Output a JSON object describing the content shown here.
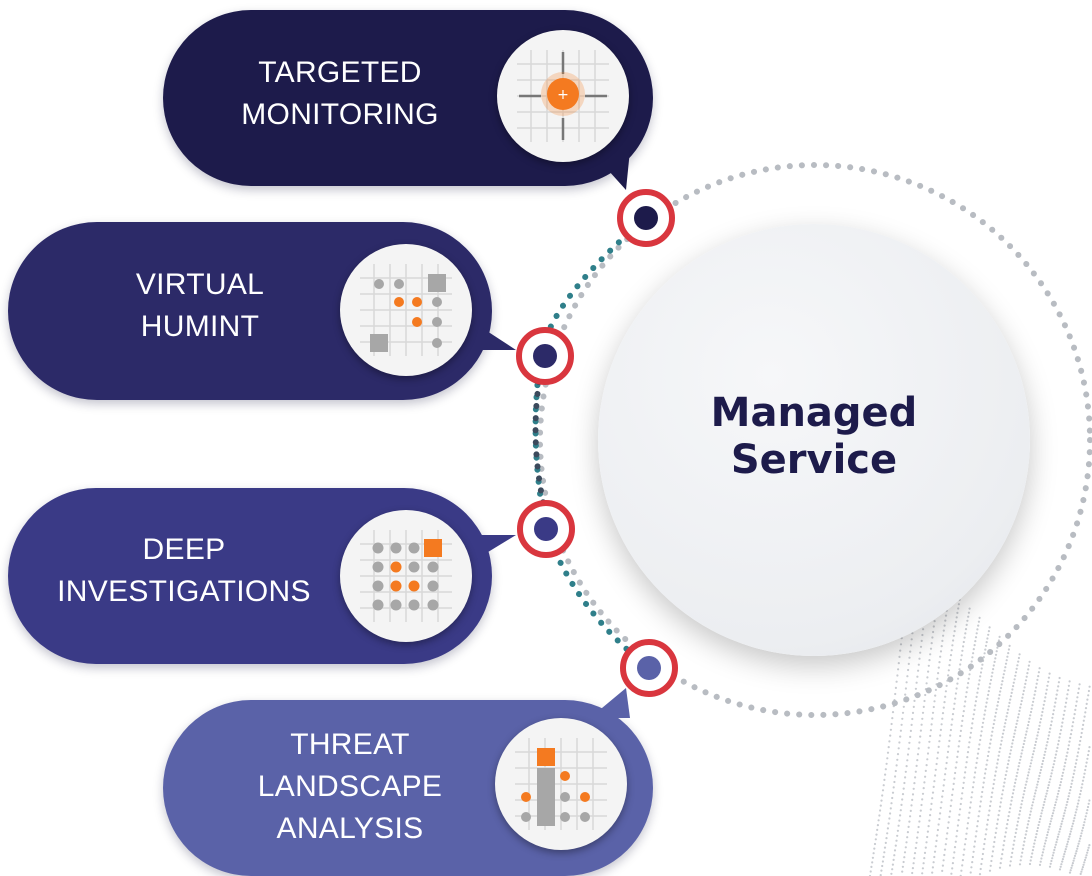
{
  "colors": {
    "pill_1": "#1d1b4b",
    "pill_2": "#2c2a68",
    "pill_3": "#3a3a86",
    "pill_4": "#5a62a8",
    "accent_orange": "#f47a20",
    "node_ring": "#d9363e",
    "dot_teal": "#2f7f8a",
    "dot_gray": "#b8bcc2",
    "grid_dot_gray": "#a7a7a7"
  },
  "hub": {
    "line1": "Managed",
    "line2": "Service"
  },
  "services": [
    {
      "line1": "TARGETED",
      "line2": "MONITORING",
      "icon": "crosshair-icon"
    },
    {
      "line1": "VIRTUAL",
      "line2": "HUMINT",
      "icon": "scattered-grid-icon"
    },
    {
      "line1": "DEEP",
      "line2": "INVESTIGATIONS",
      "icon": "dot-matrix-icon"
    },
    {
      "line1": "THREAT",
      "line2": "LANDSCAPE",
      "line3": "ANALYSIS",
      "icon": "bar-dots-icon"
    }
  ]
}
